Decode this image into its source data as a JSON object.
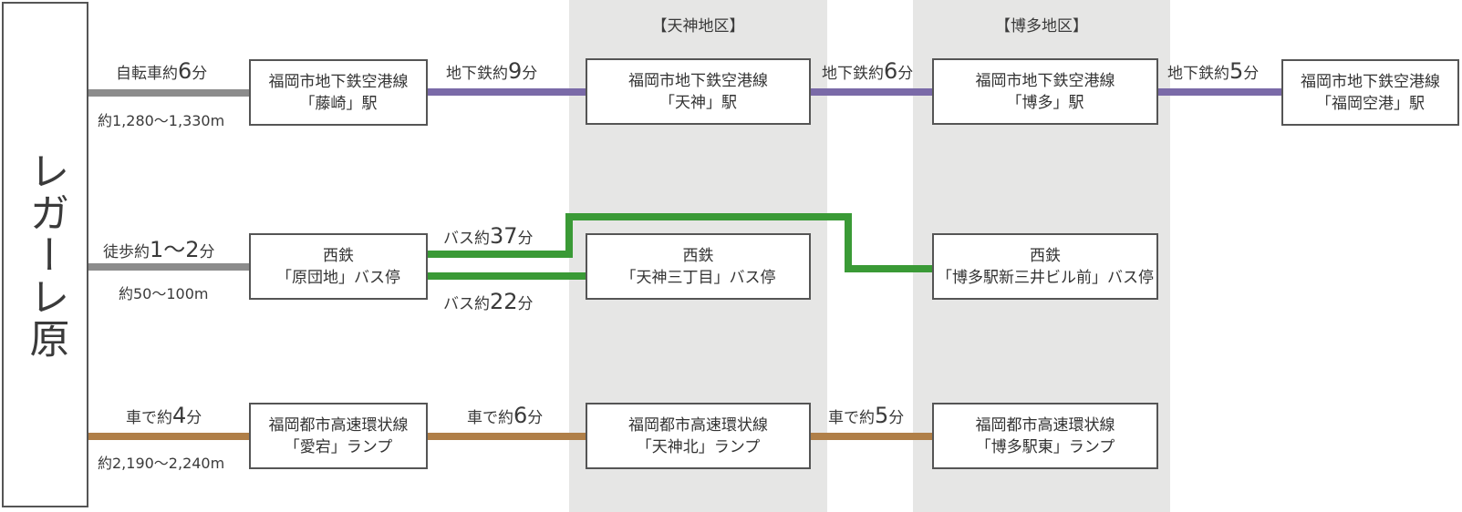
{
  "origin": {
    "name": "レガーレ原"
  },
  "zones": {
    "tenjin": "【天神地区】",
    "hakata": "【博多地区】"
  },
  "subway_row": {
    "first_leg": {
      "prefix": "自転車約",
      "num": "6",
      "unit": "分",
      "distance": "約1,280〜1,330m"
    },
    "stations": [
      {
        "line1": "福岡市地下鉄空港線",
        "line2": "「藤崎」駅"
      },
      {
        "line1": "福岡市地下鉄空港線",
        "line2": "「天神」駅"
      },
      {
        "line1": "福岡市地下鉄空港線",
        "line2": "「博多」駅"
      },
      {
        "line1": "福岡市地下鉄空港線",
        "line2": "「福岡空港」駅"
      }
    ],
    "legs": [
      {
        "prefix": "地下鉄約",
        "num": "9",
        "unit": "分"
      },
      {
        "prefix": "地下鉄約",
        "num": "6",
        "unit": "分"
      },
      {
        "prefix": "地下鉄約",
        "num": "5",
        "unit": "分"
      }
    ]
  },
  "bus_row": {
    "first_leg": {
      "prefix": "徒歩約",
      "num": "1〜2",
      "unit": "分",
      "distance": "約50〜100m"
    },
    "stops": [
      {
        "line1": "西鉄",
        "line2": "「原団地」バス停"
      },
      {
        "line1": "西鉄",
        "line2": "「天神三丁目」バス停"
      },
      {
        "line1": "西鉄",
        "line2": "「博多駅新三井ビル前」バス停"
      }
    ],
    "legs": [
      {
        "prefix": "バス約",
        "num": "37",
        "unit": "分"
      },
      {
        "prefix": "バス約",
        "num": "22",
        "unit": "分"
      }
    ]
  },
  "car_row": {
    "first_leg": {
      "prefix": "車で約",
      "num": "4",
      "unit": "分",
      "distance": "約2,190〜2,240m"
    },
    "ramps": [
      {
        "line1": "福岡都市高速環状線",
        "line2": "「愛宕」ランプ"
      },
      {
        "line1": "福岡都市高速環状線",
        "line2": "「天神北」ランプ"
      },
      {
        "line1": "福岡都市高速環状線",
        "line2": "「博多駅東」ランプ"
      }
    ],
    "legs": [
      {
        "prefix": "車で約",
        "num": "6",
        "unit": "分"
      },
      {
        "prefix": "車で約",
        "num": "5",
        "unit": "分"
      }
    ]
  },
  "colors": {
    "gray": "#8c8c8c",
    "purple": "#7a6aa8",
    "green": "#3a9a36",
    "brown": "#b07f48"
  }
}
